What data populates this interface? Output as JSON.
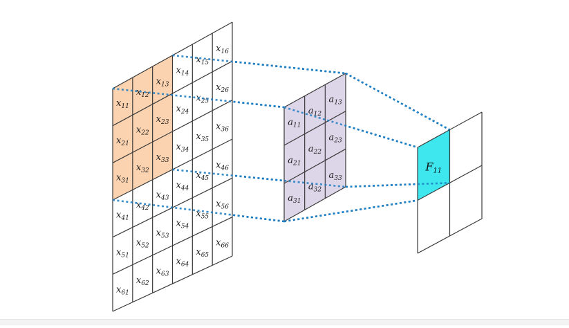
{
  "input": {
    "rows": 6,
    "cols": 6,
    "cells": [
      [
        {
          "b": "x",
          "s": "11"
        },
        {
          "b": "x",
          "s": "12"
        },
        {
          "b": "x",
          "s": "13"
        },
        {
          "b": "x",
          "s": "14"
        },
        {
          "b": "x",
          "s": "15"
        },
        {
          "b": "x",
          "s": "16"
        }
      ],
      [
        {
          "b": "x",
          "s": "21"
        },
        {
          "b": "x",
          "s": "22"
        },
        {
          "b": "x",
          "s": "23"
        },
        {
          "b": "x",
          "s": "24"
        },
        {
          "b": "x",
          "s": "25"
        },
        {
          "b": "x",
          "s": "26"
        }
      ],
      [
        {
          "b": "x",
          "s": "31"
        },
        {
          "b": "x",
          "s": "32"
        },
        {
          "b": "x",
          "s": "33"
        },
        {
          "b": "x",
          "s": "34"
        },
        {
          "b": "x",
          "s": "35"
        },
        {
          "b": "x",
          "s": "36"
        }
      ],
      [
        {
          "b": "x",
          "s": "41"
        },
        {
          "b": "x",
          "s": "42"
        },
        {
          "b": "x",
          "s": "43"
        },
        {
          "b": "x",
          "s": "44"
        },
        {
          "b": "x",
          "s": "45"
        },
        {
          "b": "x",
          "s": "46"
        }
      ],
      [
        {
          "b": "x",
          "s": "51"
        },
        {
          "b": "x",
          "s": "52"
        },
        {
          "b": "x",
          "s": "53"
        },
        {
          "b": "x",
          "s": "54"
        },
        {
          "b": "x",
          "s": "55"
        },
        {
          "b": "x",
          "s": "56"
        }
      ],
      [
        {
          "b": "x",
          "s": "61"
        },
        {
          "b": "x",
          "s": "62"
        },
        {
          "b": "x",
          "s": "63"
        },
        {
          "b": "x",
          "s": "64"
        },
        {
          "b": "x",
          "s": "65"
        },
        {
          "b": "x",
          "s": "66"
        }
      ]
    ],
    "highlight_color": "#fbd3b0"
  },
  "kernel": {
    "rows": 3,
    "cols": 3,
    "cells": [
      [
        {
          "b": "a",
          "s": "11"
        },
        {
          "b": "a",
          "s": "12"
        },
        {
          "b": "a",
          "s": "13"
        }
      ],
      [
        {
          "b": "a",
          "s": "21"
        },
        {
          "b": "a",
          "s": "22"
        },
        {
          "b": "a",
          "s": "23"
        }
      ],
      [
        {
          "b": "a",
          "s": "31"
        },
        {
          "b": "a",
          "s": "32"
        },
        {
          "b": "a",
          "s": "33"
        }
      ]
    ],
    "fill_color": "#ddd5e8"
  },
  "output": {
    "rows": 2,
    "cols": 2,
    "highlight_label": {
      "b": "F",
      "s": "11"
    },
    "highlight_color": "#3ee6ee"
  },
  "connector_color": "#1f7fc4"
}
